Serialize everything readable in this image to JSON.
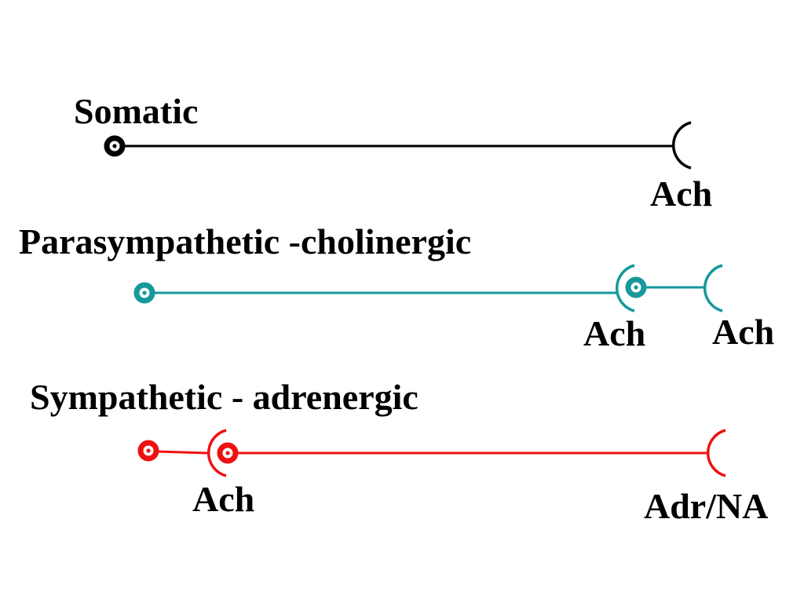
{
  "colors": {
    "somatic": "#000000",
    "parasympathetic": "#16989c",
    "sympathetic": "#ee1111",
    "text": "#000000"
  },
  "somatic": {
    "title": "Somatic",
    "effector_label": "Ach"
  },
  "parasympathetic": {
    "title": "Parasympathetic -cholinergic",
    "ganglion_label": "Ach",
    "effector_label": "Ach"
  },
  "sympathetic": {
    "title": "Sympathetic - adrenergic",
    "ganglion_label": "Ach",
    "effector_label": "Adr/NA"
  }
}
